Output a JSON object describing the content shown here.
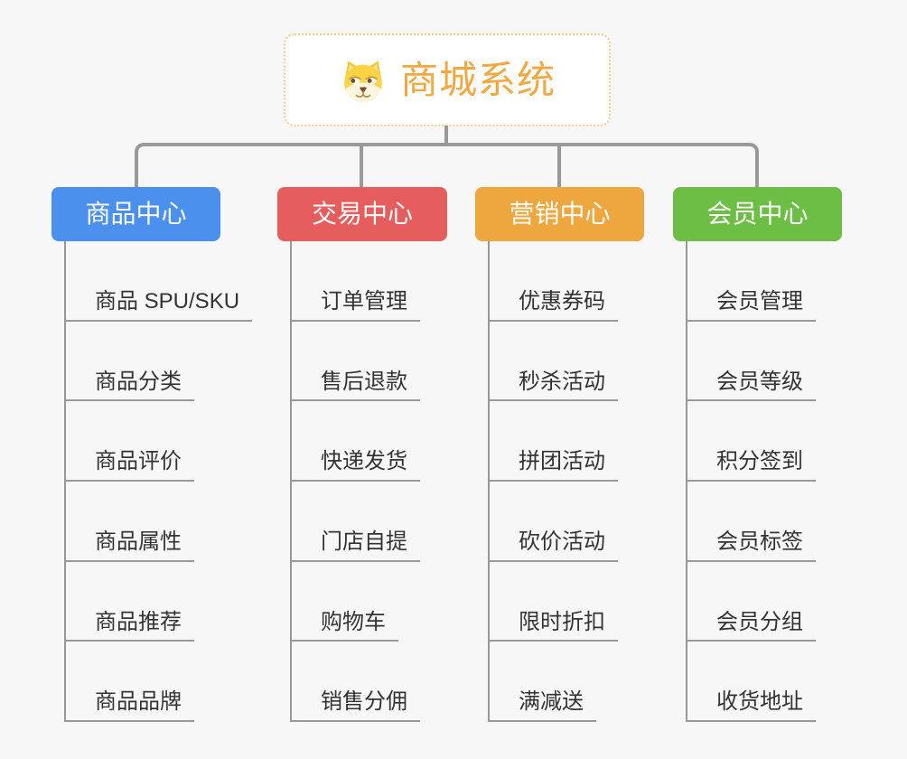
{
  "page": {
    "background": "#F7F7F7",
    "connector_color": "#999999"
  },
  "root": {
    "title": "商城系统",
    "icon": "shiba-dog-face",
    "text_color": "#F0A843",
    "border_color": "#F2CD92"
  },
  "branches": [
    {
      "label": "商品中心",
      "color": "#4B90EC",
      "items": [
        "商品 SPU/SKU",
        "商品分类",
        "商品评价",
        "商品属性",
        "商品推荐",
        "商品品牌"
      ]
    },
    {
      "label": "交易中心",
      "color": "#E65D5D",
      "items": [
        "订单管理",
        "售后退款",
        "快递发货",
        "门店自提",
        "购物车",
        "销售分佣"
      ]
    },
    {
      "label": "营销中心",
      "color": "#EEA73E",
      "items": [
        "优惠券码",
        "秒杀活动",
        "拼团活动",
        "砍价活动",
        "限时折扣",
        "满减送"
      ]
    },
    {
      "label": "会员中心",
      "color": "#6CBE44",
      "items": [
        "会员管理",
        "会员等级",
        "积分签到",
        "会员标签",
        "会员分组",
        "收货地址"
      ]
    }
  ]
}
